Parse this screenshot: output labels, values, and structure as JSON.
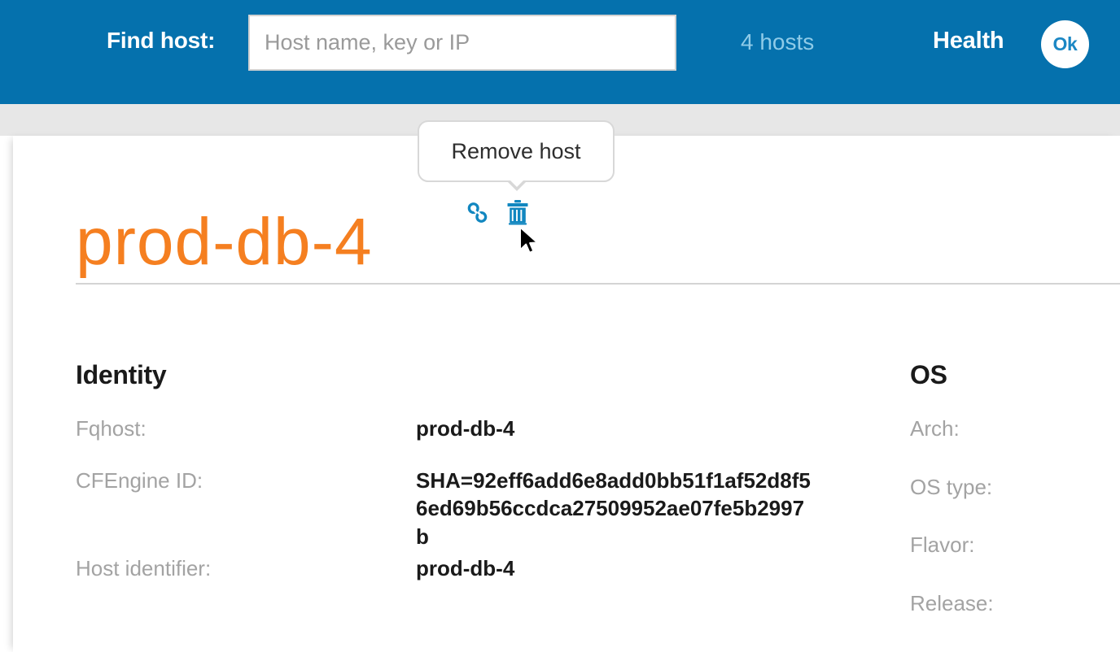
{
  "topbar": {
    "find_label": "Find host:",
    "search": {
      "placeholder": "Host name, key or IP",
      "value": ""
    },
    "hosts_count": "4 hosts",
    "health_label": "Health",
    "health_status": "Ok",
    "bg_color": "#0571ad",
    "hosts_count_color": "#8fcbe8",
    "health_badge_text_color": "#1b87c4"
  },
  "tooltip": {
    "text": "Remove host",
    "visible": true
  },
  "page": {
    "title": "prod-db-4",
    "title_color": "#f57f20",
    "actions": [
      {
        "name": "link-icon",
        "label": "Copy link",
        "color": "#1287c0"
      },
      {
        "name": "trash-icon",
        "label": "Remove host",
        "color": "#1287c0"
      }
    ]
  },
  "identity": {
    "heading": "Identity",
    "fields": [
      {
        "label": "Fqhost:",
        "value": "prod-db-4"
      },
      {
        "label": "CFEngine ID:",
        "value": "SHA=92eff6add6e8add0bb51f1af52d8f56ed69b56ccdca27509952ae07fe5b2997b"
      },
      {
        "label": "Host identifier:",
        "value": "prod-db-4"
      }
    ]
  },
  "os": {
    "heading": "OS",
    "fields": [
      {
        "label": "Arch:",
        "value": ""
      },
      {
        "label": "OS type:",
        "value": ""
      },
      {
        "label": "Flavor:",
        "value": ""
      },
      {
        "label": "Release:",
        "value": ""
      }
    ]
  }
}
